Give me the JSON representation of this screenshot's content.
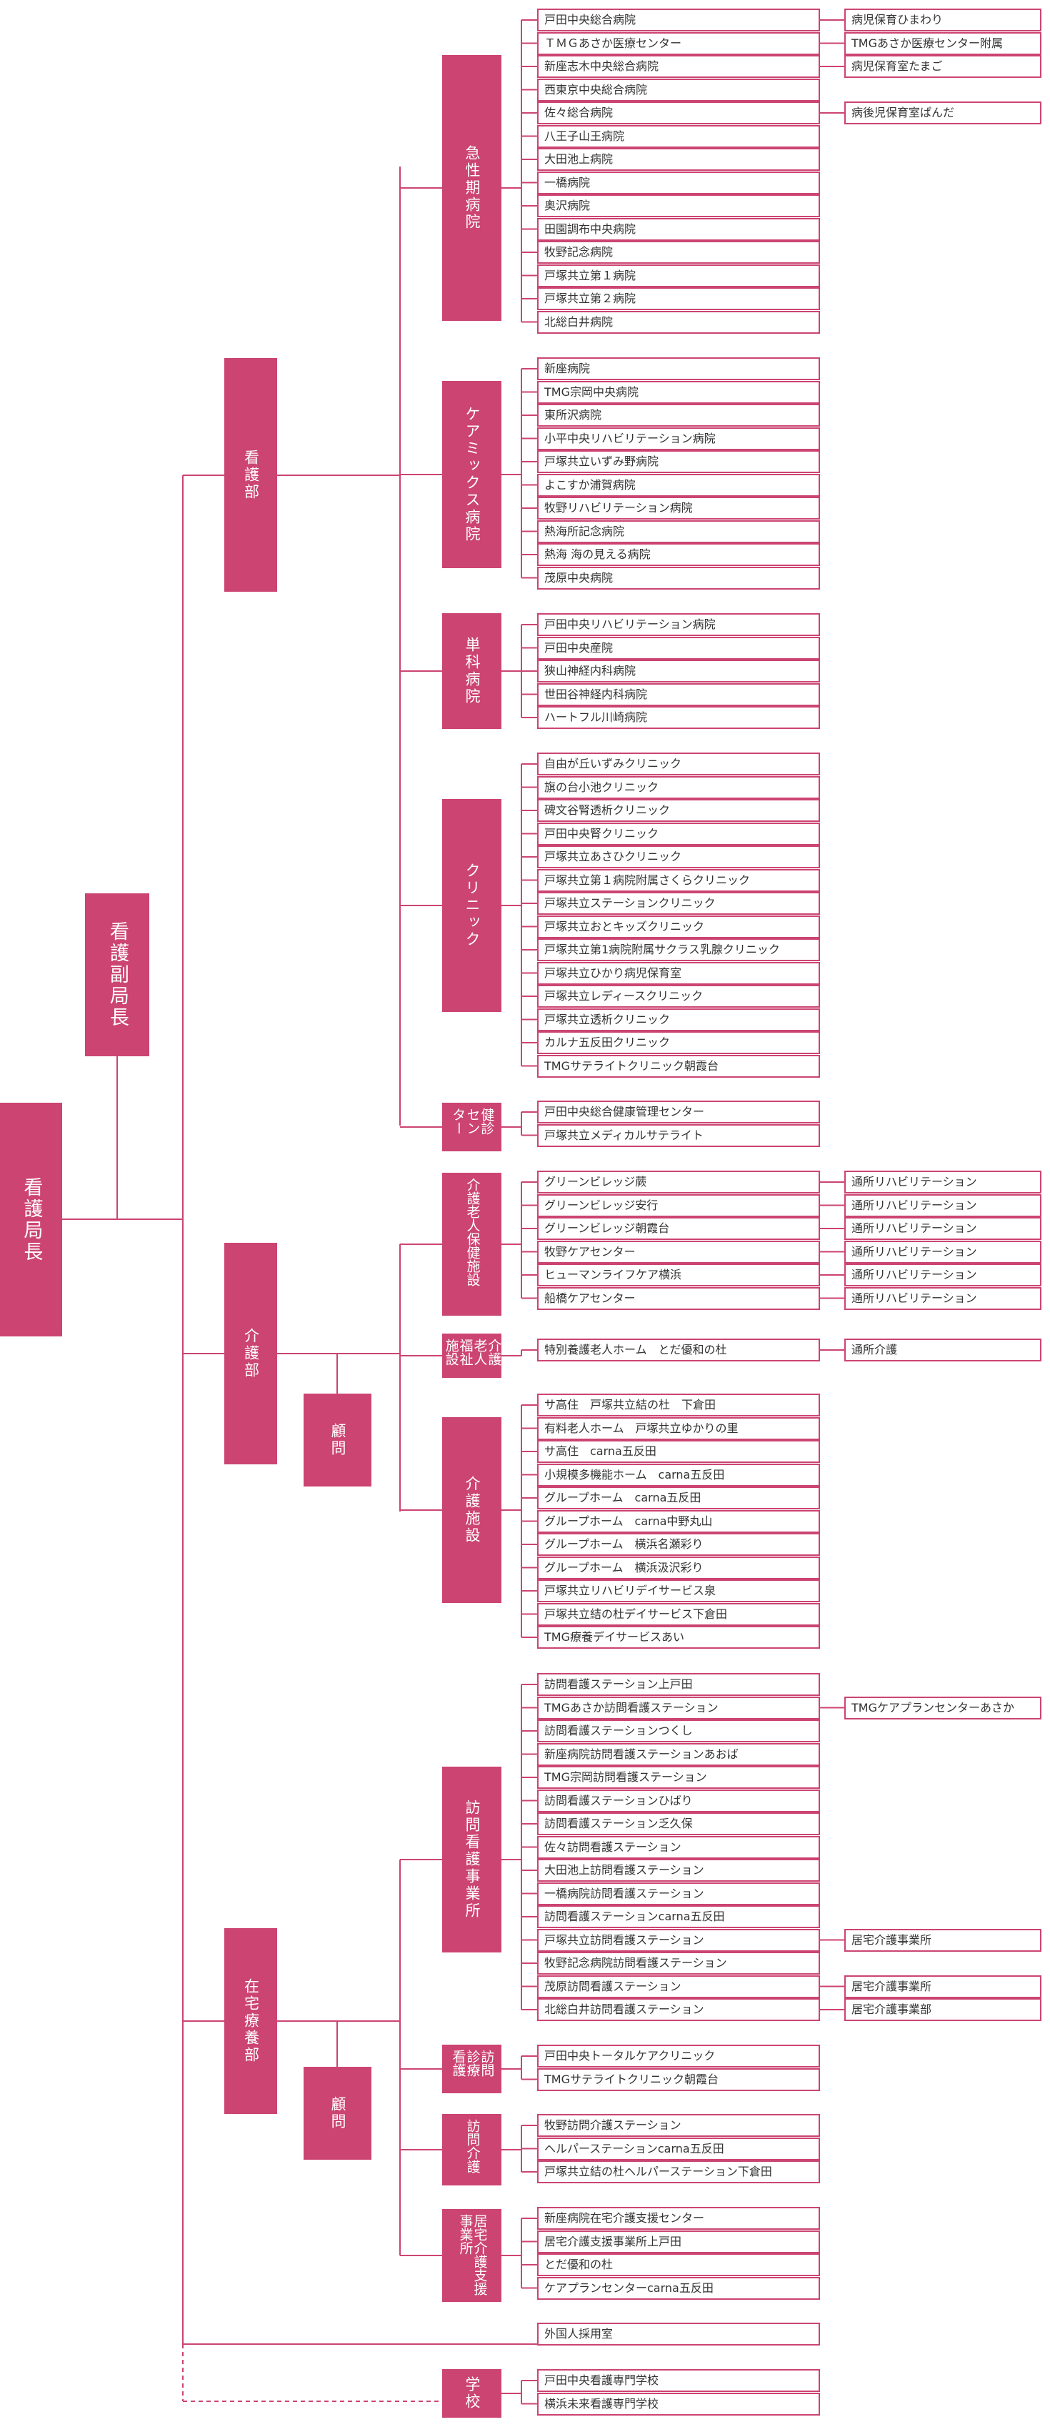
{
  "chief": "看護局長",
  "deputy": "看護副局長",
  "depts": {
    "nursing": "看護部",
    "care": "介護部",
    "home": "在宅療養部"
  },
  "advisors": {
    "care": "顧問",
    "home": "顧問"
  },
  "groups": [
    {
      "label": "急性期病院",
      "items": [
        "戸田中央総合病院",
        "ＴＭＧあさか医療センター",
        "新座志木中央総合病院",
        "西東京中央総合病院",
        "佐々総合病院",
        "八王子山王病院",
        "大田池上病院",
        "一橋病院",
        "奥沢病院",
        "田園調布中央病院",
        "牧野記念病院",
        "戸塚共立第１病院",
        "戸塚共立第２病院",
        "北総白井病院"
      ],
      "extras": [
        {
          "row": 0,
          "text": "病児保育ひまわり"
        },
        {
          "row": 1,
          "text": "TMGあさか医療センター附属"
        },
        {
          "row": 2,
          "text": "病児保育室たまご"
        },
        {
          "row": 4,
          "text": "病後児保育室ぱんだ"
        }
      ]
    },
    {
      "label": "ケアミックス病院",
      "items": [
        "新座病院",
        "TMG宗岡中央病院",
        "東所沢病院",
        "小平中央リハビリテーション病院",
        "戸塚共立いずみ野病院",
        "よこすか浦賀病院",
        "牧野リハビリテーション病院",
        "熱海所記念病院",
        "熱海 海の見える病院",
        "茂原中央病院"
      ],
      "extras": []
    },
    {
      "label": "単科病院",
      "items": [
        "戸田中央リハビリテーション病院",
        "戸田中央産院",
        "狭山神経内科病院",
        "世田谷神経内科病院",
        "ハートフル川崎病院"
      ],
      "extras": []
    },
    {
      "label": "クリニック",
      "items": [
        "自由が丘いずみクリニック",
        "旗の台小池クリニック",
        "碑文谷腎透析クリニック",
        "戸田中央腎クリニック",
        "戸塚共立あさひクリニック",
        "戸塚共立第１病院附属さくらクリニック",
        "戸塚共立ステーションクリニック",
        "戸塚共立おとキッズクリニック",
        "戸塚共立第1病院附属サクラス乳腺クリニック",
        "戸塚共立ひかり病児保育室",
        "戸塚共立レディースクリニック",
        "戸塚共立透析クリニック",
        "カルナ五反田クリニック",
        "TMGサテライトクリニック朝霞台"
      ],
      "extras": []
    },
    {
      "label": "健診センター",
      "items": [
        "戸田中央総合健康管理センター",
        "戸塚共立メディカルサテライト"
      ],
      "extras": []
    },
    {
      "label": "介護老人保健施設",
      "items": [
        "グリーンビレッジ蕨",
        "グリーンビレッジ安行",
        "グリーンビレッジ朝霞台",
        "牧野ケアセンター",
        "ヒューマンライフケア横浜",
        "船橋ケアセンター"
      ],
      "extras": [
        {
          "row": 0,
          "text": "通所リハビリテーション"
        },
        {
          "row": 1,
          "text": "通所リハビリテーション"
        },
        {
          "row": 2,
          "text": "通所リハビリテーション"
        },
        {
          "row": 3,
          "text": "通所リハビリテーション"
        },
        {
          "row": 4,
          "text": "通所リハビリテーション"
        },
        {
          "row": 5,
          "text": "通所リハビリテーション"
        }
      ]
    },
    {
      "label": "介護老人福祉施設",
      "items": [
        "特別養護老人ホーム　とだ優和の杜"
      ],
      "extras": [
        {
          "row": 0,
          "text": "通所介護"
        }
      ]
    },
    {
      "label": "介護施設",
      "items": [
        "サ高住　戸塚共立結の杜　下倉田",
        "有料老人ホーム　戸塚共立ゆかりの里",
        "サ高住　carna五反田",
        "小規模多機能ホーム　carna五反田",
        "グループホーム　carna五反田",
        "グループホーム　carna中野丸山",
        "グループホーム　横浜名瀬彩り",
        "グループホーム　横浜汲沢彩り",
        "戸塚共立リハビリデイサービス泉",
        "戸塚共立結の杜デイサービス下倉田",
        "TMG療養デイサービスあい"
      ],
      "extras": []
    },
    {
      "label": "訪問看護事業所",
      "items": [
        "訪問看護ステーション上戸田",
        "TMGあさか訪問看護ステーション",
        "訪問看護ステーションつくし",
        "新座病院訪問看護ステーションあおば",
        "TMG宗岡訪問看護ステーション",
        "訪問看護ステーションひばり",
        "訪問看護ステーション乏久保",
        "佐々訪問看護ステーション",
        "大田池上訪問看護ステーション",
        "一橋病院訪問看護ステーション",
        "訪問看護ステーションcarna五反田",
        "戸塚共立訪問看護ステーション",
        "牧野記念病院訪問看護ステーション",
        "茂原訪問看護ステーション",
        "北総白井訪問看護ステーション"
      ],
      "extras": [
        {
          "row": 1,
          "text": "TMGケアプランセンターあさか"
        },
        {
          "row": 11,
          "text": "居宅介護事業所"
        },
        {
          "row": 13,
          "text": "居宅介護事業所"
        },
        {
          "row": 14,
          "text": "居宅介護事業部"
        }
      ]
    },
    {
      "label": "訪問診療看護",
      "items": [
        "戸田中央トータルケアクリニック",
        "TMGサテライトクリニック朝霞台"
      ],
      "extras": []
    },
    {
      "label": "訪問介護",
      "items": [
        "牧野訪問介護ステーション",
        "ヘルパーステーションcarna五反田",
        "戸塚共立結の杜ヘルパーステーション下倉田"
      ],
      "extras": []
    },
    {
      "label": "居宅介護支援事業所",
      "items": [
        "新座病院在宅介護支援センター",
        "居宅介護支援事業所上戸田",
        "とだ優和の杜",
        "ケアプランセンターcarna五反田"
      ],
      "extras": []
    },
    {
      "label": "",
      "items": [
        "外国人採用室"
      ],
      "extras": []
    },
    {
      "label": "学校",
      "items": [
        "戸田中央看護専門学校",
        "横浜未来看護専門学校"
      ],
      "extras": []
    }
  ]
}
